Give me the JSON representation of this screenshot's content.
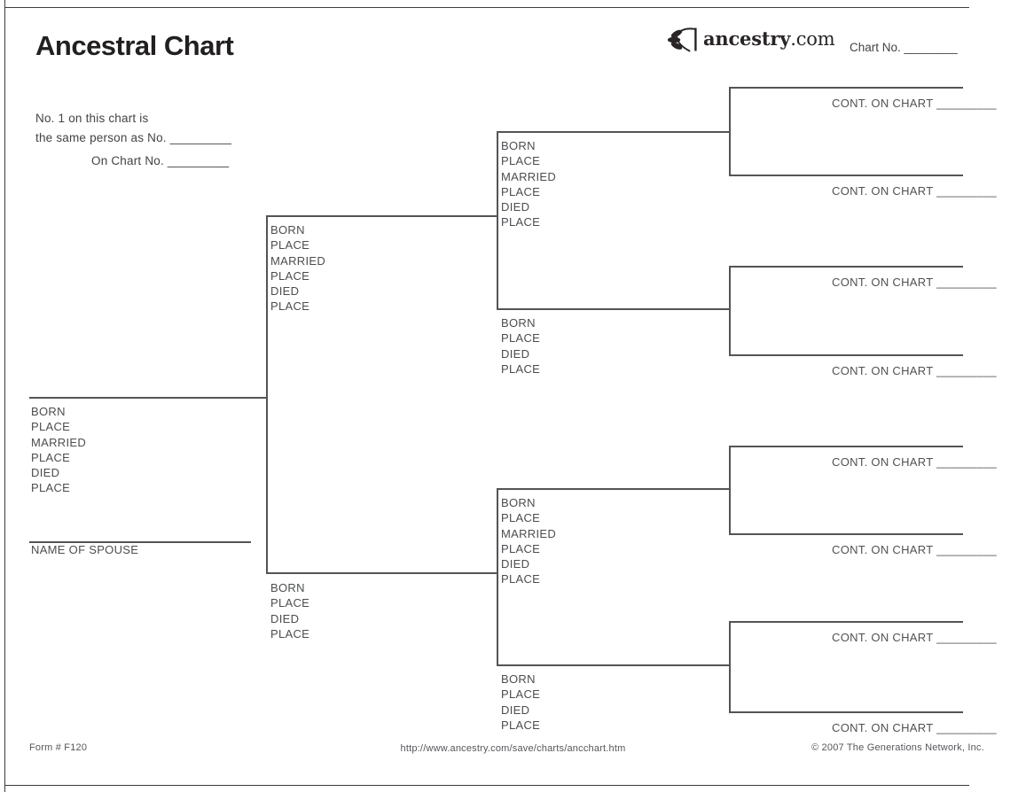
{
  "header": {
    "title": "Ancestral Chart",
    "chart_no_label": "Chart No.",
    "chart_no_blank": "________",
    "note_line1": "No. 1 on this chart is",
    "note_line2": "the same person as No.",
    "note_line2_blank": "_________",
    "note_line3": "On Chart No.",
    "note_line3_blank": "_________"
  },
  "logo": {
    "brand": "ancestry",
    "tld": ".com",
    "icon": "branch-leaves-icon"
  },
  "chart": {
    "person_fields": [
      "BORN",
      "PLACE",
      "MARRIED",
      "PLACE",
      "DIED",
      "PLACE"
    ],
    "person_fields_short": [
      "BORN",
      "PLACE",
      "DIED",
      "PLACE"
    ],
    "spouse_label": "NAME OF SPOUSE",
    "cont_label": "CONT. ON CHART",
    "cont_blank": "_________"
  },
  "footer": {
    "form_number": "Form # F120",
    "url": "http://www.ancestry.com/save/charts/ancchart.htm",
    "copyright": "© 2007 The Generations Network, Inc."
  }
}
